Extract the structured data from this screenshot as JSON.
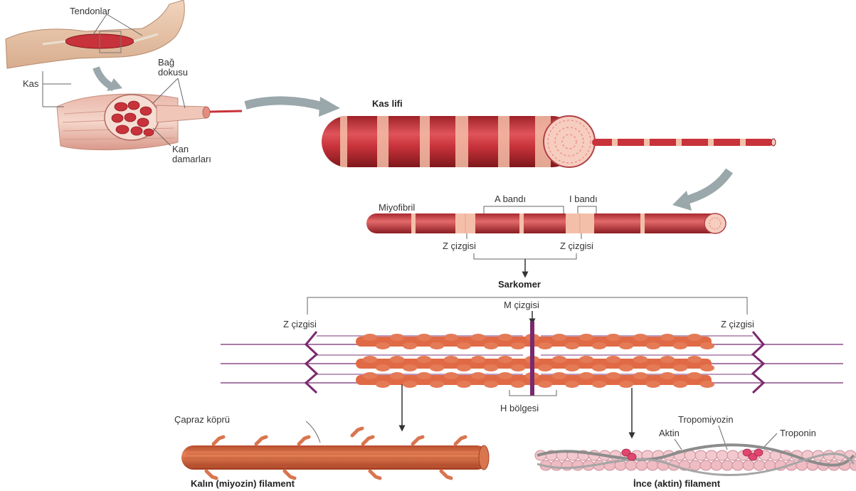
{
  "labels": {
    "tendons": "Tendonlar",
    "connective_tissue_1": "Bağ",
    "connective_tissue_2": "dokusu",
    "muscle": "Kas",
    "blood_vessels_1": "Kan",
    "blood_vessels_2": "damarları",
    "muscle_fiber": "Kas lifi",
    "myofibril": "Miyofibril",
    "a_band": "A bandı",
    "i_band": "I bandı",
    "z_line_left": "Z çizgisi",
    "z_line_right": "Z çizgisi",
    "sarcomere": "Sarkomer",
    "m_line": "M çizgisi",
    "sarc_z_left": "Z çizgisi",
    "sarc_z_right": "Z çizgisi",
    "h_zone": "H bölgesi",
    "cross_bridge": "Çapraz köprü",
    "thick_filament": "Kalın (miyozin) filament",
    "tropomyosin": "Tropomiyozin",
    "actin": "Aktin",
    "troponin": "Troponin",
    "thin_filament": "İnce (aktin) filament"
  },
  "colors": {
    "muscle_red": "#c8323a",
    "muscle_dark": "#8e1e24",
    "muscle_light": "#f3b39a",
    "myosin": "#e06a45",
    "actin_line": "#a87aa6",
    "m_line": "#7a2a6e",
    "arrow_gray": "#9aa7ab",
    "troponin_pink": "#e0466e"
  }
}
